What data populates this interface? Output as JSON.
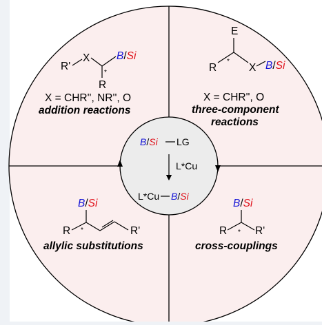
{
  "colors": {
    "background": "#eff2f6",
    "panel": "#fbeeee",
    "center": "#ececec",
    "boron": "#1515d6",
    "silicon": "#e0101a"
  },
  "labels": {
    "B": "B",
    "slash": "/",
    "Si": "Si",
    "R": "R",
    "Rprime": "R'",
    "X": "X",
    "E": "E",
    "star": "*"
  },
  "top_left": {
    "x_def": "X = CHR'', NR'', O",
    "title": "addition reactions"
  },
  "top_right": {
    "x_def": "X = CHR'', O",
    "title_line1": "three-component",
    "title_line2": "reactions"
  },
  "bottom_left": {
    "title": "allylic substitutions"
  },
  "bottom_right": {
    "title": "cross-couplings"
  },
  "center": {
    "leaving_group": "LG",
    "catalyst": "L*Cu",
    "active_prefix": "L*Cu"
  }
}
